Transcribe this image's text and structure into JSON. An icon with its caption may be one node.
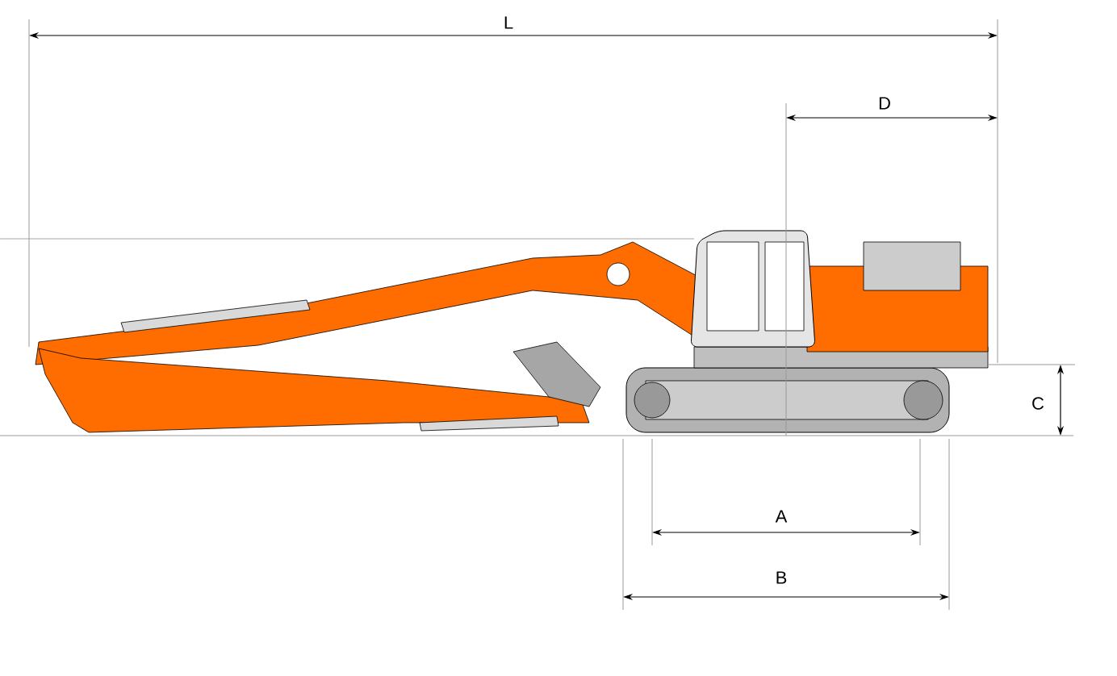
{
  "diagram": {
    "labels": [
      "L",
      "D",
      "C",
      "A",
      "B"
    ]
  }
}
